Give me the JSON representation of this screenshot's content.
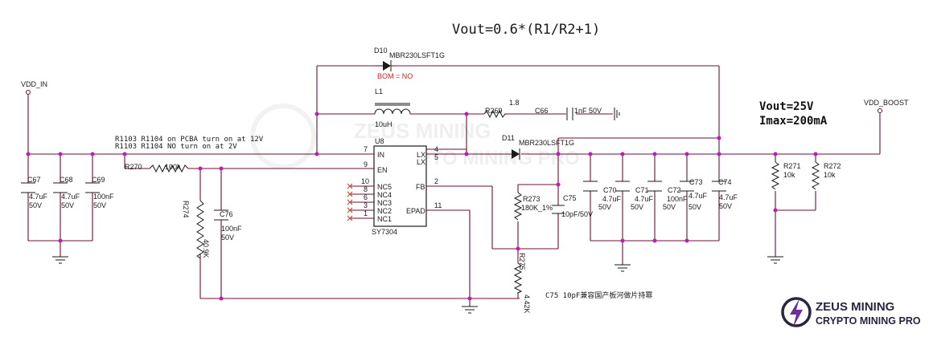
{
  "formula": "Vout=0.6*(R1/R2+1)",
  "spec": {
    "vout": "Vout=25V",
    "imax": "Imax=200mA"
  },
  "nets": {
    "vin": "VDD_IN",
    "vout": "VDD_BOOST"
  },
  "note_pcba": "R1103 R1104 on PCBA   turn on at 12V",
  "note_no": "R1103 R1104 NO  turn on at 2V",
  "bottom_note": "C75 10pF兼容国产板河做片持幂",
  "ic": {
    "ref": "U8",
    "part": "SY7304",
    "pins_left": [
      {
        "num": "7",
        "name": "IN"
      },
      {
        "num": "9",
        "name": "EN"
      },
      {
        "num": "10",
        "name": "NC5"
      },
      {
        "num": "8",
        "name": "NC4"
      },
      {
        "num": "6",
        "name": "NC3"
      },
      {
        "num": "3",
        "name": "NC2"
      },
      {
        "num": "1",
        "name": "NC1"
      }
    ],
    "pins_right": [
      {
        "num": "4",
        "name": "LX"
      },
      {
        "num": "5",
        "name": "LX"
      },
      {
        "num": "2",
        "name": "FB"
      },
      {
        "num": "11",
        "name": "EPAD"
      }
    ]
  },
  "d10": {
    "ref": "D10",
    "part": "MBR230LSFT1G",
    "bom": "BOM = NO"
  },
  "d11": {
    "ref": "D11",
    "part": "MBR230LSFT1G"
  },
  "l1": {
    "ref": "L1",
    "value": "10uH"
  },
  "r269": {
    "ref": "R269",
    "value": "1.8"
  },
  "c66": {
    "ref": "C66",
    "value": "1nF 50V"
  },
  "r270": {
    "ref": "R270",
    "value": "100k"
  },
  "r274": {
    "ref": "R274",
    "value": "40.9K"
  },
  "c76": {
    "ref": "C76",
    "value": "100nF",
    "volt": "50V"
  },
  "c67": {
    "ref": "C67",
    "value": "4.7uF",
    "volt": "50V"
  },
  "c68": {
    "ref": "C68",
    "value": "4.7uF",
    "volt": "50V"
  },
  "c69": {
    "ref": "C69",
    "value": "100nF",
    "volt": "50V"
  },
  "r273": {
    "ref": "R273",
    "value": "180K_1%"
  },
  "c75": {
    "ref": "C75",
    "value": "10pF/50V"
  },
  "r275": {
    "ref": "R275",
    "value": "4.42K"
  },
  "c70": {
    "ref": "C70",
    "value": "4.7uF",
    "volt": "50V"
  },
  "c71": {
    "ref": "C71",
    "value": "4.7uF",
    "volt": "50V"
  },
  "c72": {
    "ref": "C72",
    "value": "100nF",
    "volt": "50V"
  },
  "c73": {
    "ref": "C73",
    "value": "4.7uF",
    "volt": "50V"
  },
  "c74": {
    "ref": "C74",
    "value": "4.7uF",
    "volt": "50V"
  },
  "r271": {
    "ref": "R271",
    "value": "10k"
  },
  "r272": {
    "ref": "R272",
    "value": "10k"
  },
  "logo": {
    "line1": "ZEUS MINING",
    "line2": "CRYPTO MINING PRO"
  },
  "watermark": {
    "line1": "ZEUS MINING",
    "line2": "CRYPTO MINING PRO"
  }
}
